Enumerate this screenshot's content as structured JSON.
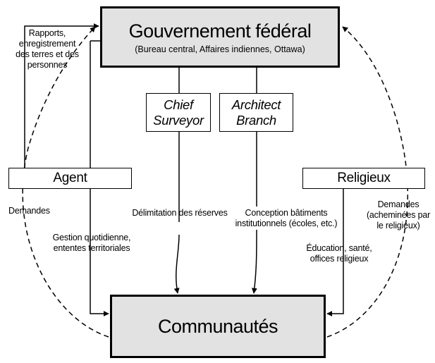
{
  "nodes": {
    "gouvernement": {
      "title": "Gouvernement fédéral",
      "subtitle": "(Bureau central, Affaires indiennes, Ottawa)"
    },
    "chief_surveyor": {
      "line1": "Chief",
      "line2": "Surveyor"
    },
    "architect_branch": {
      "line1": "Architect",
      "line2": "Branch"
    },
    "agent": {
      "label": "Agent"
    },
    "religieux": {
      "label": "Religieux"
    },
    "communautes": {
      "title": "Communautés"
    }
  },
  "edge_labels": {
    "rapports": [
      "Rapports,",
      "enregistrement",
      "des terres et des",
      "personnes"
    ],
    "demandes_left": "Demandes",
    "gestion": [
      "Gestion quotidienne,",
      "ententes territoriales"
    ],
    "delimitation": "Délimitation des réserves",
    "conception": [
      "Conception bâtiments",
      "institutionnels (écoles, etc.)"
    ],
    "education": [
      "Éducation, santé,",
      "offices religieux"
    ],
    "demandes_right": [
      "Demandes",
      "(acheminées par",
      "le religieux)"
    ]
  },
  "colors": {
    "box_fill_primary": "#e2e2e2",
    "stroke": "#000000",
    "background": "#ffffff"
  }
}
